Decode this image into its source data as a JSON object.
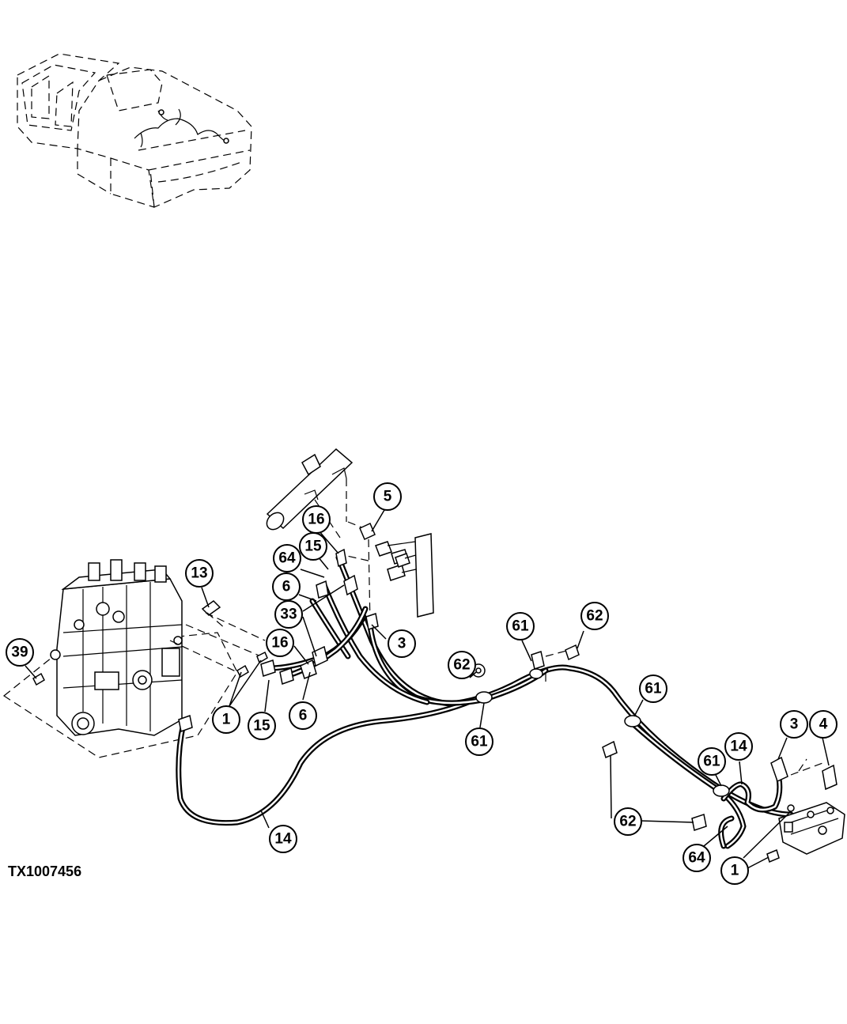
{
  "figure_id": "TX1007456",
  "callouts": [
    {
      "id": "c-5",
      "label": "5"
    },
    {
      "id": "c-16a",
      "label": "16"
    },
    {
      "id": "c-15a",
      "label": "15"
    },
    {
      "id": "c-64a",
      "label": "64"
    },
    {
      "id": "c-6a",
      "label": "6"
    },
    {
      "id": "c-33",
      "label": "33"
    },
    {
      "id": "c-3a",
      "label": "3"
    },
    {
      "id": "c-16b",
      "label": "16"
    },
    {
      "id": "c-6b",
      "label": "6"
    },
    {
      "id": "c-15b",
      "label": "15"
    },
    {
      "id": "c-1a",
      "label": "1"
    },
    {
      "id": "c-13",
      "label": "13"
    },
    {
      "id": "c-39",
      "label": "39"
    },
    {
      "id": "c-14a",
      "label": "14"
    },
    {
      "id": "c-62a",
      "label": "62"
    },
    {
      "id": "c-61a",
      "label": "61"
    },
    {
      "id": "c-62b",
      "label": "62"
    },
    {
      "id": "c-61b",
      "label": "61"
    },
    {
      "id": "c-61c",
      "label": "61"
    },
    {
      "id": "c-14b",
      "label": "14"
    },
    {
      "id": "c-3b",
      "label": "3"
    },
    {
      "id": "c-4",
      "label": "4"
    },
    {
      "id": "c-61d",
      "label": "61"
    },
    {
      "id": "c-62c",
      "label": "62"
    },
    {
      "id": "c-64b",
      "label": "64"
    },
    {
      "id": "c-1b",
      "label": "1"
    }
  ]
}
